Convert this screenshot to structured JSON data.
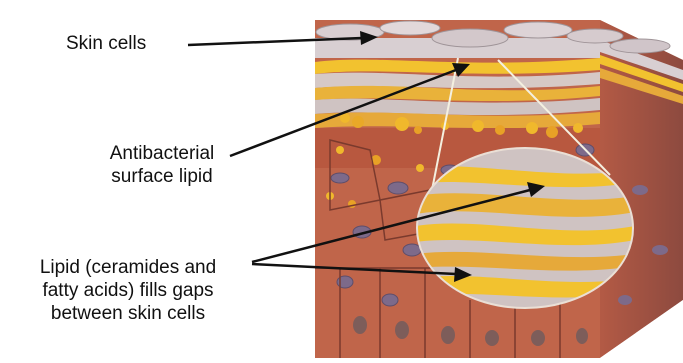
{
  "labels": {
    "skin_cells": "Skin cells",
    "antibacterial": [
      "Antibacterial",
      "surface lipid"
    ],
    "lipid_gaps": [
      "Lipid (ceramides and",
      "fatty acids) fills gaps",
      "between skin cells"
    ]
  },
  "colors": {
    "background": "#ffffff",
    "text": "#111111",
    "arrow": "#111111",
    "cell_tissue": "#c0654a",
    "lipid_yellow": "#f2c22f",
    "cell_flat": "#d8cfd2",
    "nucleus": "#7d6a8a",
    "zoom_lines": "#f4f0e0"
  }
}
